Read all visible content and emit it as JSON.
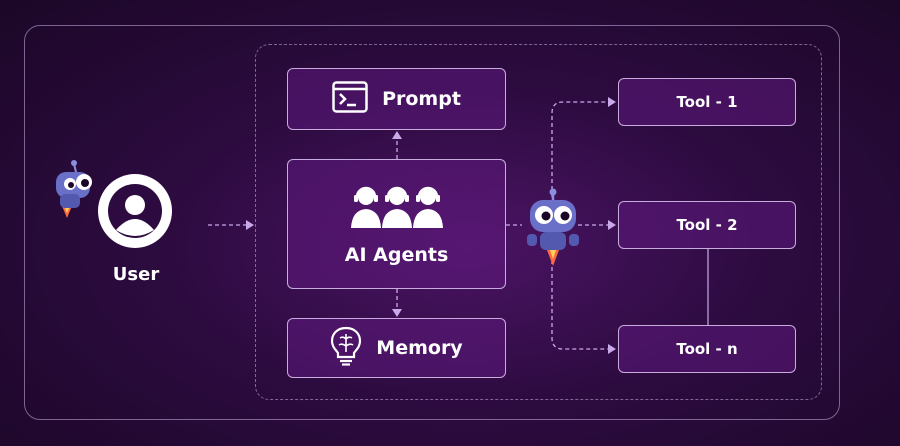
{
  "diagram": {
    "user": {
      "label": "User",
      "icon": "user-avatar-icon"
    },
    "prompt": {
      "label": "Prompt",
      "icon": "terminal-icon"
    },
    "agents": {
      "label": "AI Agents",
      "icon": "headset-agents-icon"
    },
    "memory": {
      "label": "Memory",
      "icon": "brain-bulb-icon"
    },
    "tools": [
      {
        "label": "Tool - 1"
      },
      {
        "label": "Tool - 2"
      },
      {
        "label": "Tool - n"
      }
    ]
  },
  "colors": {
    "background": "#2d0b40",
    "box_fill": "#5f197d",
    "border": "#e1c8f5",
    "arrow": "#c9a9ea",
    "robot": "#6a6fc8",
    "flame": "#ff6a3d"
  }
}
